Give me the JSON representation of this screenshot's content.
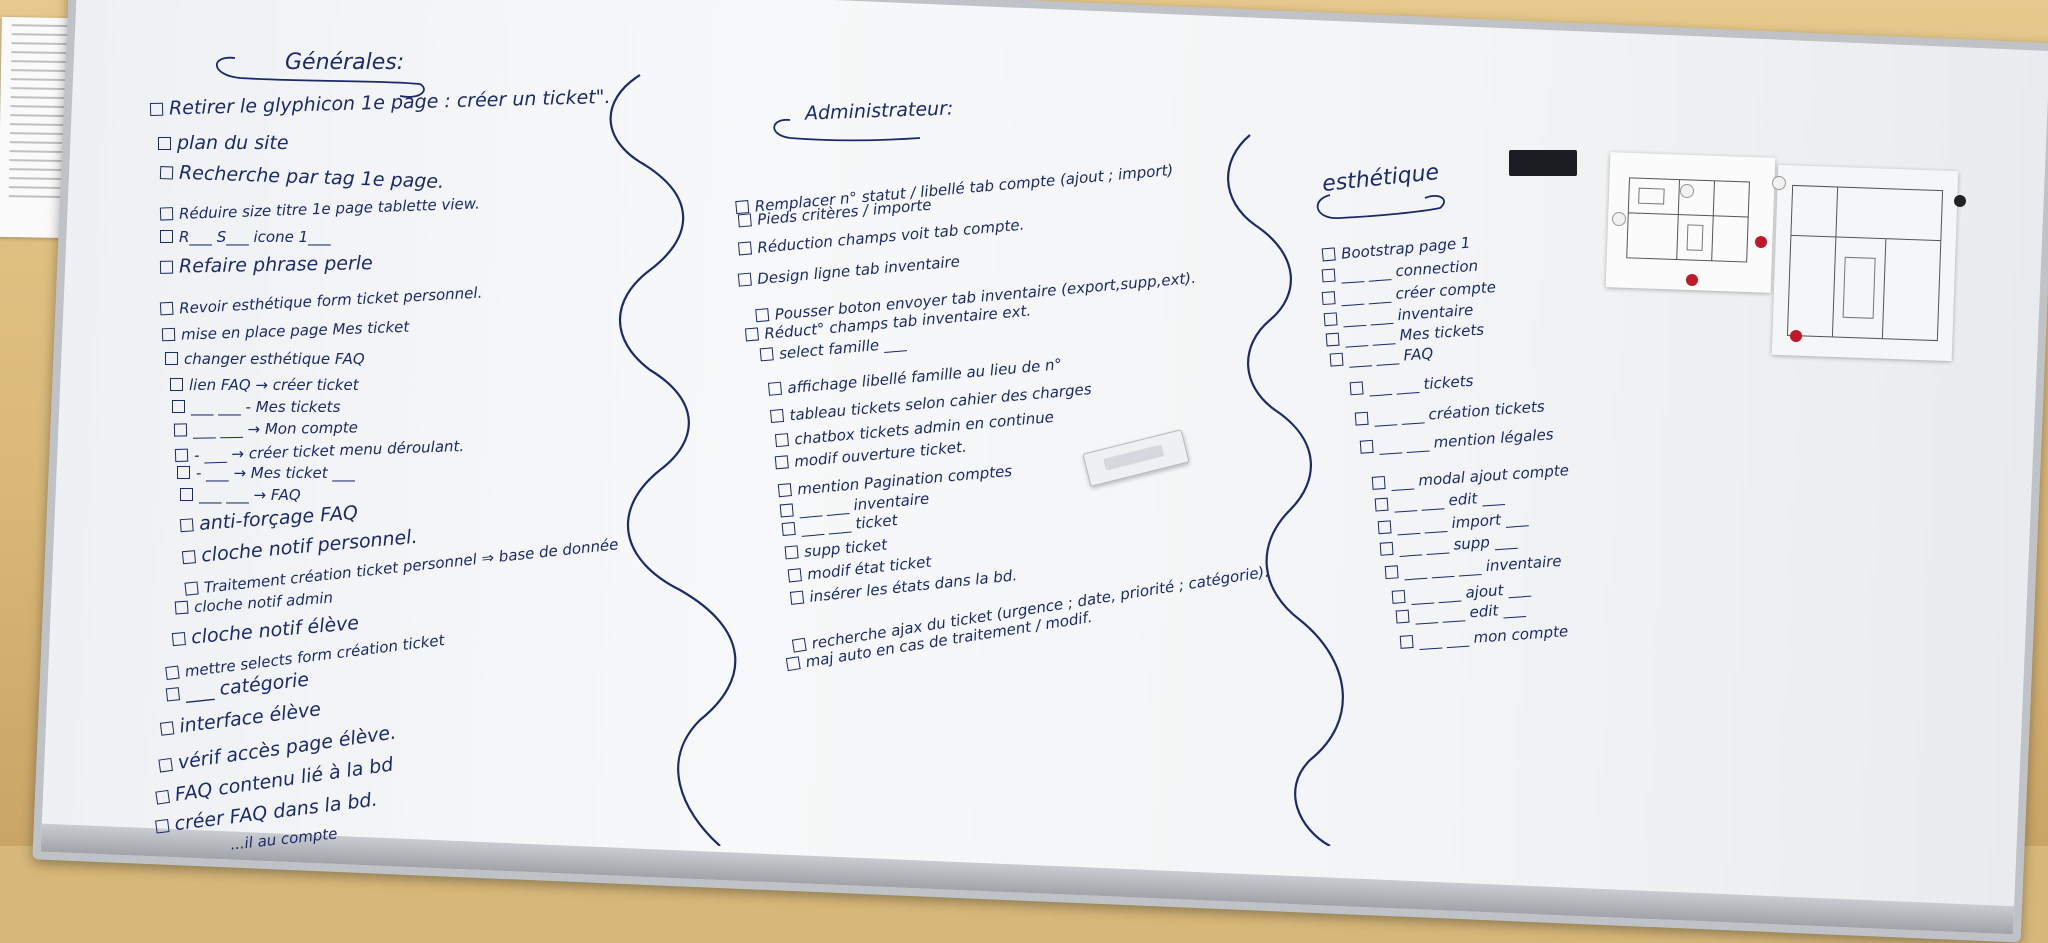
{
  "generales": {
    "title": "Générales:",
    "items": [
      "Retirer le glyphicon 1e page : créer un ticket\".",
      "plan du site",
      "Recherche par tag 1e page.",
      "Réduire size titre 1e page tablette view.",
      "R___ S___ icone 1___",
      "Refaire phrase perle",
      "Revoir esthétique form ticket personnel.",
      "mise en place page Mes ticket",
      "changer esthétique FAQ",
      "lien FAQ → créer ticket",
      "___ ___ - Mes tickets",
      "___ ___ → Mon compte",
      "- ___ → créer ticket menu déroulant.",
      "- ___ → Mes ticket ___",
      "___ ___ → FAQ",
      "anti-forçage FAQ",
      "cloche notif personnel.",
      "Traitement création ticket personnel ⇒ base de donnée",
      "cloche notif admin",
      "cloche notif élève",
      "mettre selects form création ticket",
      "___ catégorie",
      "interface élève",
      "vérif accès page élève.",
      "FAQ contenu lié à la bd",
      "créer FAQ dans la bd.",
      "...il au compte"
    ]
  },
  "administrateur": {
    "title": "Administrateur:",
    "items": [
      "Remplacer n° statut / libellé tab compte (ajout ; import)",
      "Pieds critères / importe",
      "Réduction champs voit tab compte.",
      "Design ligne tab inventaire",
      "Pousser boton envoyer tab inventaire (export,supp,ext).",
      "Réduct° champs tab inventaire ext.",
      "select famille ___",
      "affichage libellé famille au lieu de n°",
      "tableau tickets selon cahier des charges",
      "chatbox tickets admin en continue",
      "modif ouverture ticket.",
      "mention Pagination comptes",
      "___ ___ inventaire",
      "___ ___ ticket",
      "supp ticket",
      "modif état ticket",
      "insérer les états dans la bd.",
      "recherche ajax du ticket (urgence ; date, priorité ; catégorie).",
      "maj auto en cas de traitement / modif."
    ]
  },
  "esthetique": {
    "title": "esthétique",
    "items": [
      "Bootstrap page 1",
      "___ ___ connection",
      "___ ___ créer compte",
      "___ ___ inventaire",
      "___ ___ Mes tickets",
      "___ ___ FAQ",
      "___ ___ tickets",
      "___ ___ création tickets",
      "___ ___ mention légales",
      "___ modal ajout compte",
      "___ ___ edit ___",
      "___ ___ import ___",
      "___ ___ supp ___",
      "___ ___ ___ inventaire",
      "___ ___ ajout ___",
      "___ ___ edit ___",
      "___ ___ mon compte"
    ]
  },
  "colors": {
    "ink": "#1b2a6b",
    "board": "#f2f4f5",
    "wall": "#d9b777",
    "frame": "#bfc3c7",
    "magnet_red": "#c0182a",
    "magnet_white": "#f2f2f2"
  }
}
